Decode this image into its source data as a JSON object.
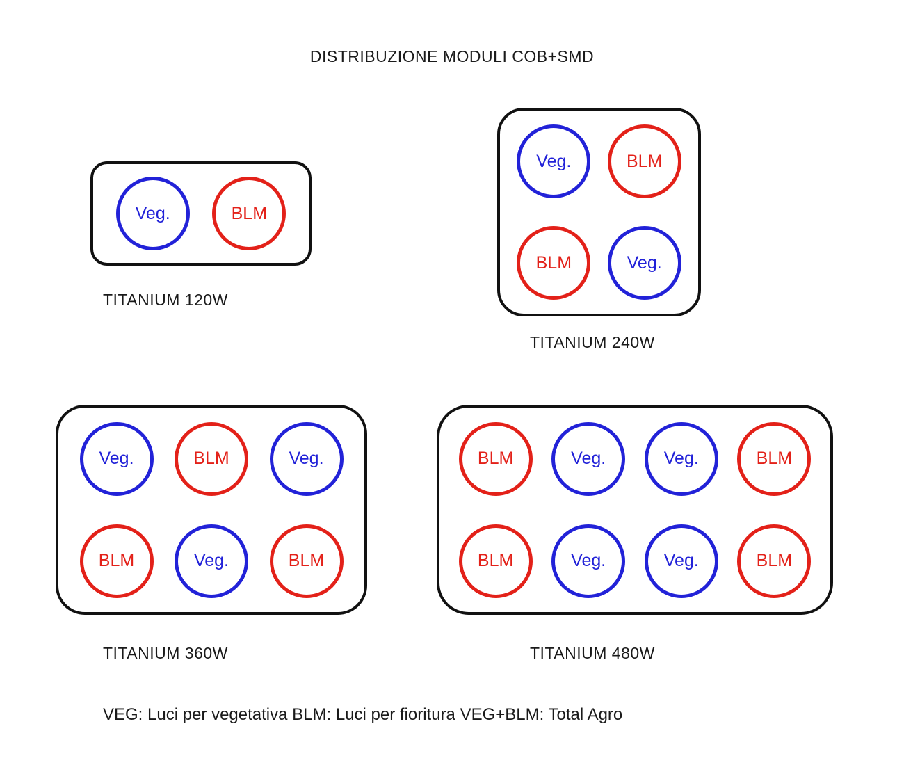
{
  "title": "DISTRIBUZIONE MODULI COB+SMD",
  "colors": {
    "veg": "#2222d8",
    "blm": "#e32119",
    "outline": "#111111"
  },
  "module_labels": {
    "veg": "Veg.",
    "blm": "BLM"
  },
  "panels": [
    {
      "label": "TITANIUM 120W",
      "rows": [
        [
          "veg",
          "blm"
        ]
      ]
    },
    {
      "label": "TITANIUM 240W",
      "rows": [
        [
          "veg",
          "blm"
        ],
        [
          "blm",
          "veg"
        ]
      ]
    },
    {
      "label": "TITANIUM 360W",
      "rows": [
        [
          "veg",
          "blm",
          "veg"
        ],
        [
          "blm",
          "veg",
          "blm"
        ]
      ]
    },
    {
      "label": "TITANIUM 480W",
      "rows": [
        [
          "blm",
          "veg",
          "veg",
          "blm"
        ],
        [
          "blm",
          "veg",
          "veg",
          "blm"
        ]
      ]
    }
  ],
  "legend": "VEG:  Luci per vegetativa  BLM: Luci per fioritura  VEG+BLM: Total Agro"
}
